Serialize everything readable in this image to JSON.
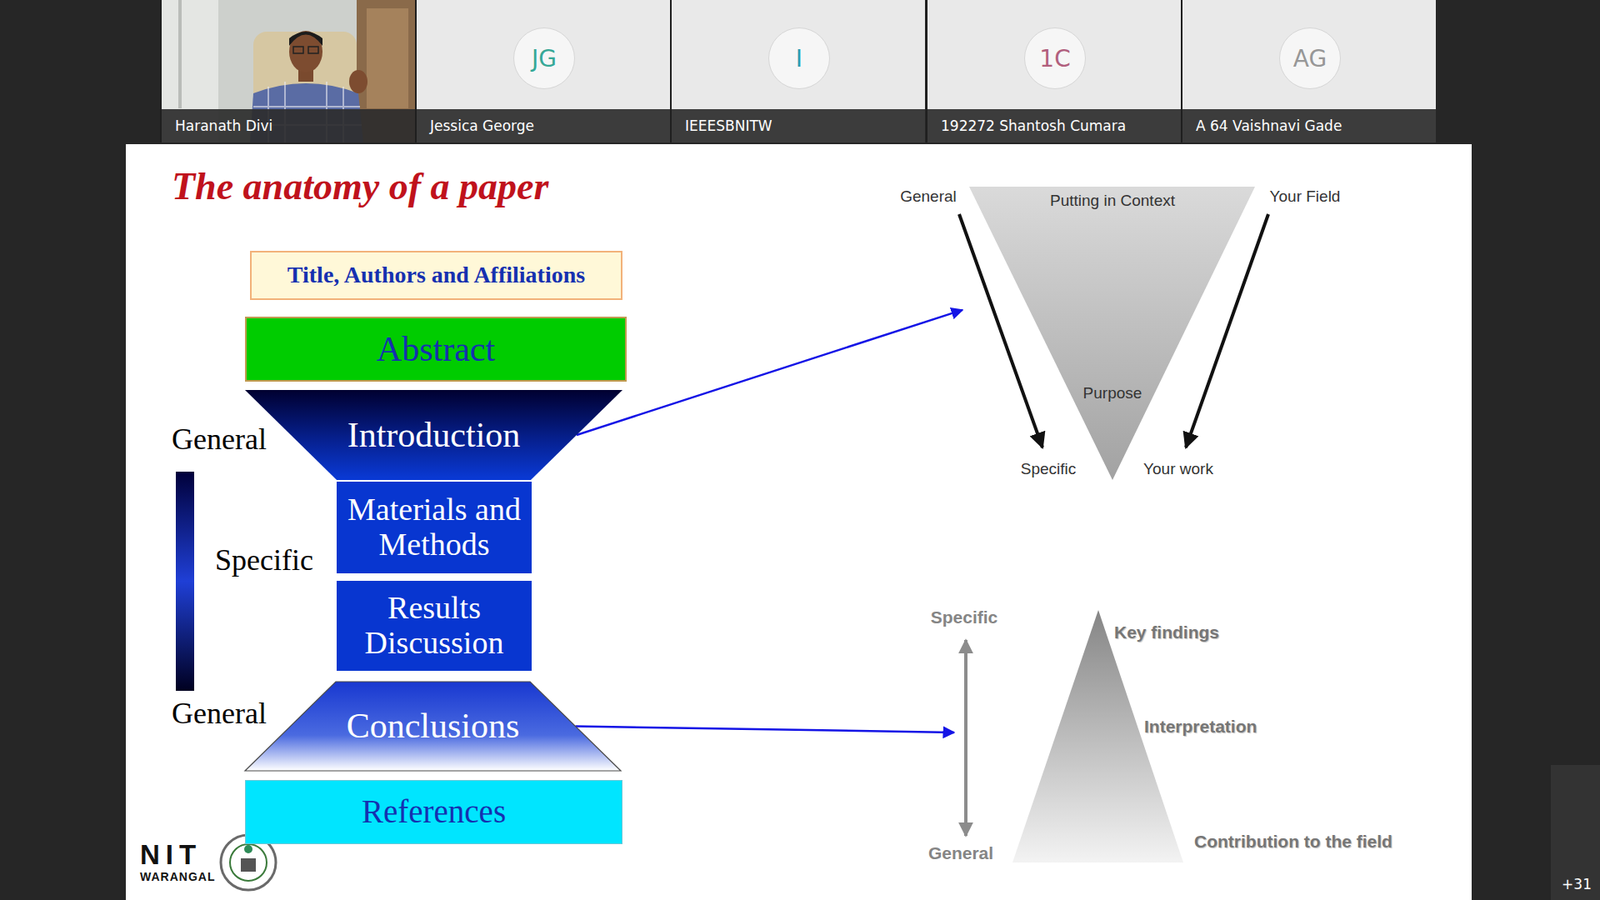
{
  "diagram": {
    "title": "The anatomy of a paper",
    "nodes": [
      {
        "text": [
          "Haranath Divi"
        ]
      },
      {
        "text": [
          "Jessica George"
        ]
      },
      {
        "text": [
          "JG"
        ],
        "in": 1
      },
      {
        "text": [
          "IEEESBNITW"
        ]
      },
      {
        "text": [
          "I"
        ],
        "in": 3
      },
      {
        "text": [
          "192272 Shantosh Cumara"
        ]
      },
      {
        "text": [
          "1C"
        ],
        "in": 5
      },
      {
        "text": [
          "A 64 Vaishnavi Gade"
        ]
      },
      {
        "text": [
          "AG"
        ],
        "in": 7
      },
      {
        "text": [
          "Title, Authors and Affiliations"
        ]
      },
      {
        "text": [
          "Abstract"
        ]
      },
      {
        "text": [
          "Introduction"
        ]
      },
      {
        "text": [
          "Materials and Methods"
        ]
      },
      {
        "text": [
          "Results Discussion"
        ]
      },
      {
        "text": [
          "Conclusions"
        ]
      },
      {
        "text": [
          "References"
        ]
      },
      {
        "text": [
          "Putting in Context",
          "Purpose"
        ]
      },
      {
        "text": [
          "Key findings",
          "Interpretation",
          "Contribution to the field"
        ]
      }
    ],
    "edges": [
      {
        "from": 11,
        "to": 16,
        "arrow": "to"
      },
      {
        "from": 14,
        "to": 17,
        "arrow": "to"
      }
    ],
    "labels": [
      "General",
      "Specific",
      "General",
      "General",
      "Your Field",
      "Specific",
      "Your work",
      "Specific",
      "General",
      "NIT",
      "WARANGAL",
      "+31"
    ]
  }
}
